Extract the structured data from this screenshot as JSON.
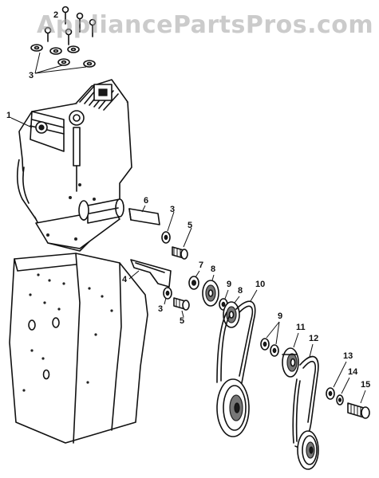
{
  "watermark": "AppliancePartsPros.com",
  "callouts": [
    {
      "id": "1",
      "label": "1"
    },
    {
      "id": "2",
      "label": "2"
    },
    {
      "id": "3a",
      "label": "3"
    },
    {
      "id": "3b",
      "label": "3"
    },
    {
      "id": "3c",
      "label": "3"
    },
    {
      "id": "4",
      "label": "4"
    },
    {
      "id": "5a",
      "label": "5"
    },
    {
      "id": "5b",
      "label": "5"
    },
    {
      "id": "6",
      "label": "6"
    },
    {
      "id": "7",
      "label": "7"
    },
    {
      "id": "8a",
      "label": "8"
    },
    {
      "id": "8b",
      "label": "8"
    },
    {
      "id": "9a",
      "label": "9"
    },
    {
      "id": "9b",
      "label": "9"
    },
    {
      "id": "10",
      "label": "10"
    },
    {
      "id": "11",
      "label": "11"
    },
    {
      "id": "12",
      "label": "12"
    },
    {
      "id": "13",
      "label": "13"
    },
    {
      "id": "14",
      "label": "14"
    },
    {
      "id": "15",
      "label": "15"
    }
  ]
}
